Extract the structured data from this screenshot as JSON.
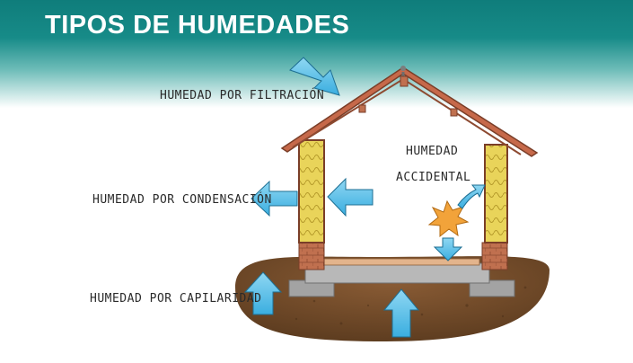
{
  "header": {
    "title": "TIPOS DE HUMEDADES"
  },
  "labels": {
    "filtracion": "HUMEDAD POR FILTRACIÓN",
    "condensacion": "HUMEDAD POR CONDENSACIÓN",
    "capilaridad": "HUMEDAD POR CAPILARIDAD",
    "accidental_line1": "HUMEDAD",
    "accidental_line2": "ACCIDENTAL"
  },
  "colors": {
    "header": "#0f7d7b",
    "arrow": "#5ec3ea",
    "roof": "#b85a3d",
    "wall_insulation": "#e9d45a",
    "brick": "#c0704f",
    "soil": "#7a5230",
    "concrete": "#9e9e9e",
    "leak_star": "#f2a33a"
  },
  "icons": [
    "filtration-arrow-icon",
    "condensation-arrow-icon",
    "capillarity-arrow-icon",
    "leak-burst-icon"
  ]
}
